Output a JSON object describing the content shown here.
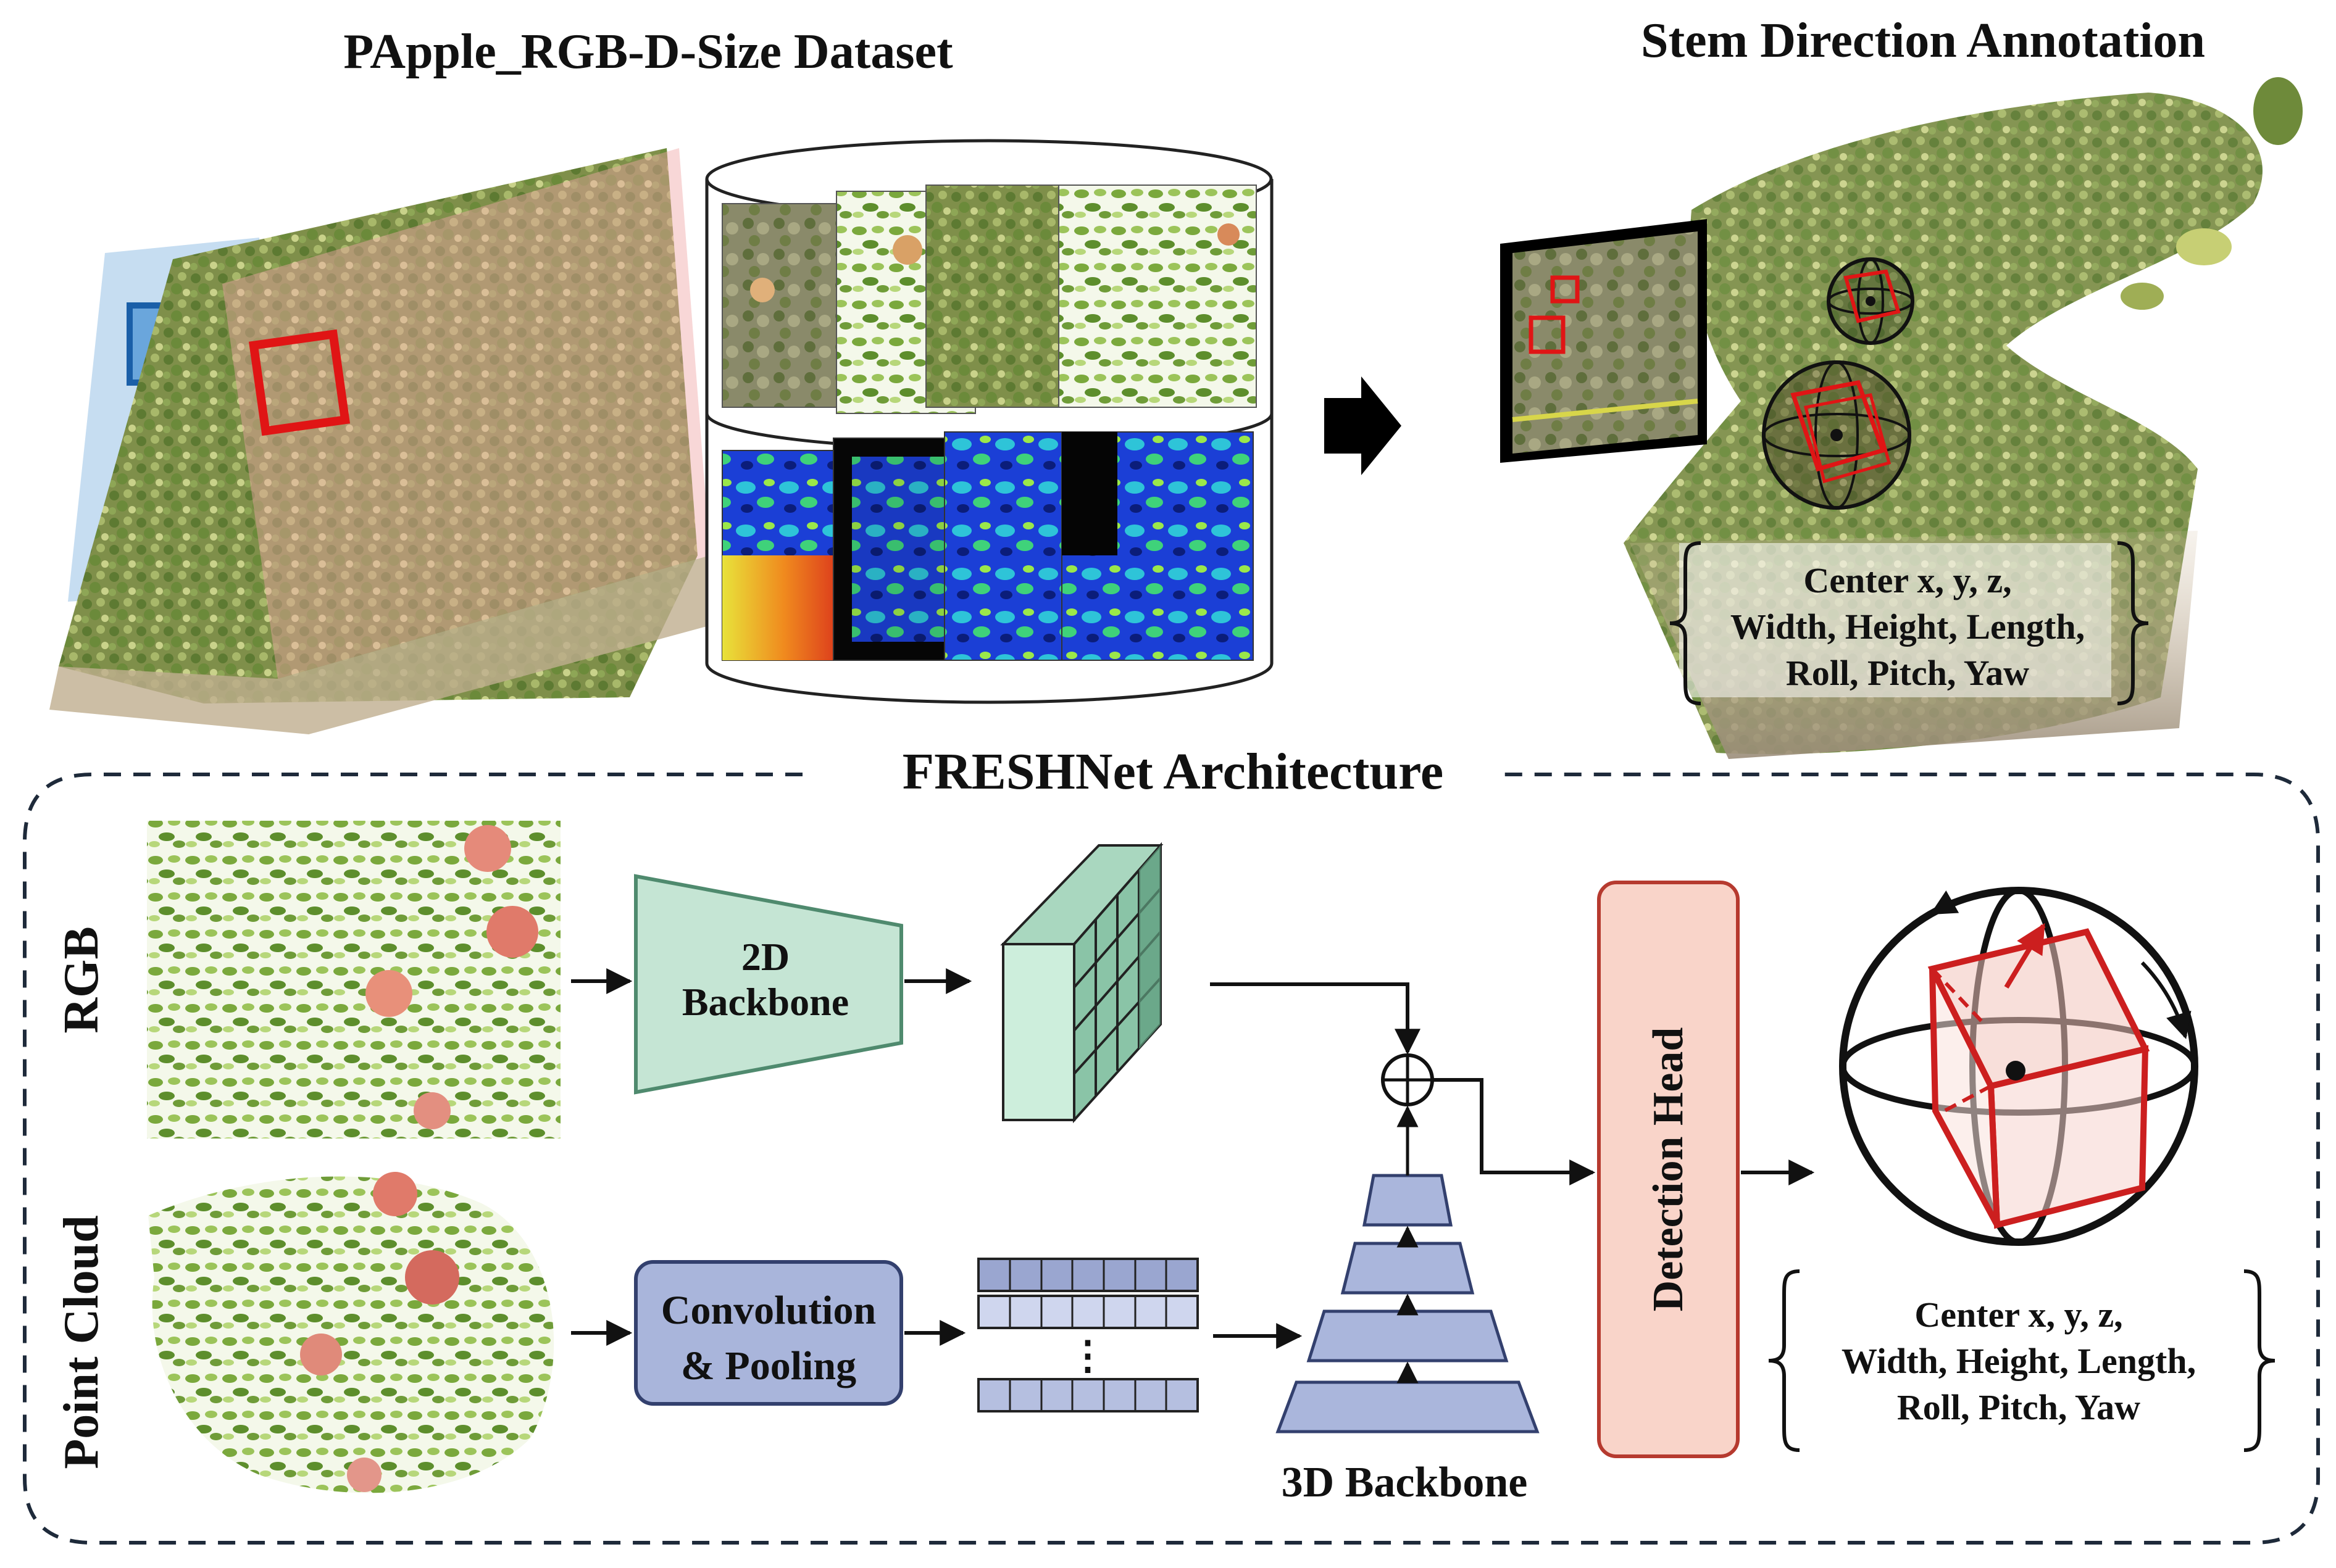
{
  "top": {
    "dataset_title": "PApple_RGB-D-Size Dataset",
    "annotation_title": "Stem Direction Annotation",
    "annotation_labels": [
      "Center x, y, z,",
      "Width, Height, Length,",
      "Roll, Pitch, Yaw"
    ]
  },
  "architecture": {
    "title": "FRESHNet Architecture",
    "rgb_label": "RGB",
    "pointcloud_label": "Point Cloud",
    "backbone2d": [
      "2D",
      "Backbone"
    ],
    "conv_pool": [
      "Convolution",
      "& Pooling"
    ],
    "backbone3d": "3D Backbone",
    "detection_head": "Detection Head",
    "vdots": "⋮",
    "output_labels": [
      "Center x, y, z,",
      "Width, Height, Length,",
      "Roll, Pitch, Yaw"
    ]
  },
  "colors": {
    "backbone2d_fill": "#c5e5d4",
    "backbone2d_stroke": "#4f8a6e",
    "conv_fill": "#a9b5db",
    "conv_stroke": "#33406e",
    "pyramid_fill": "#aab6dc",
    "pyramid_stroke": "#33406e",
    "det_fill": "#f9d4c9",
    "det_stroke": "#b63a2f",
    "bbox_red": "#cc1f1f",
    "plane_blue": "#bcd7ef",
    "plane_red": "#f0a6a6"
  }
}
